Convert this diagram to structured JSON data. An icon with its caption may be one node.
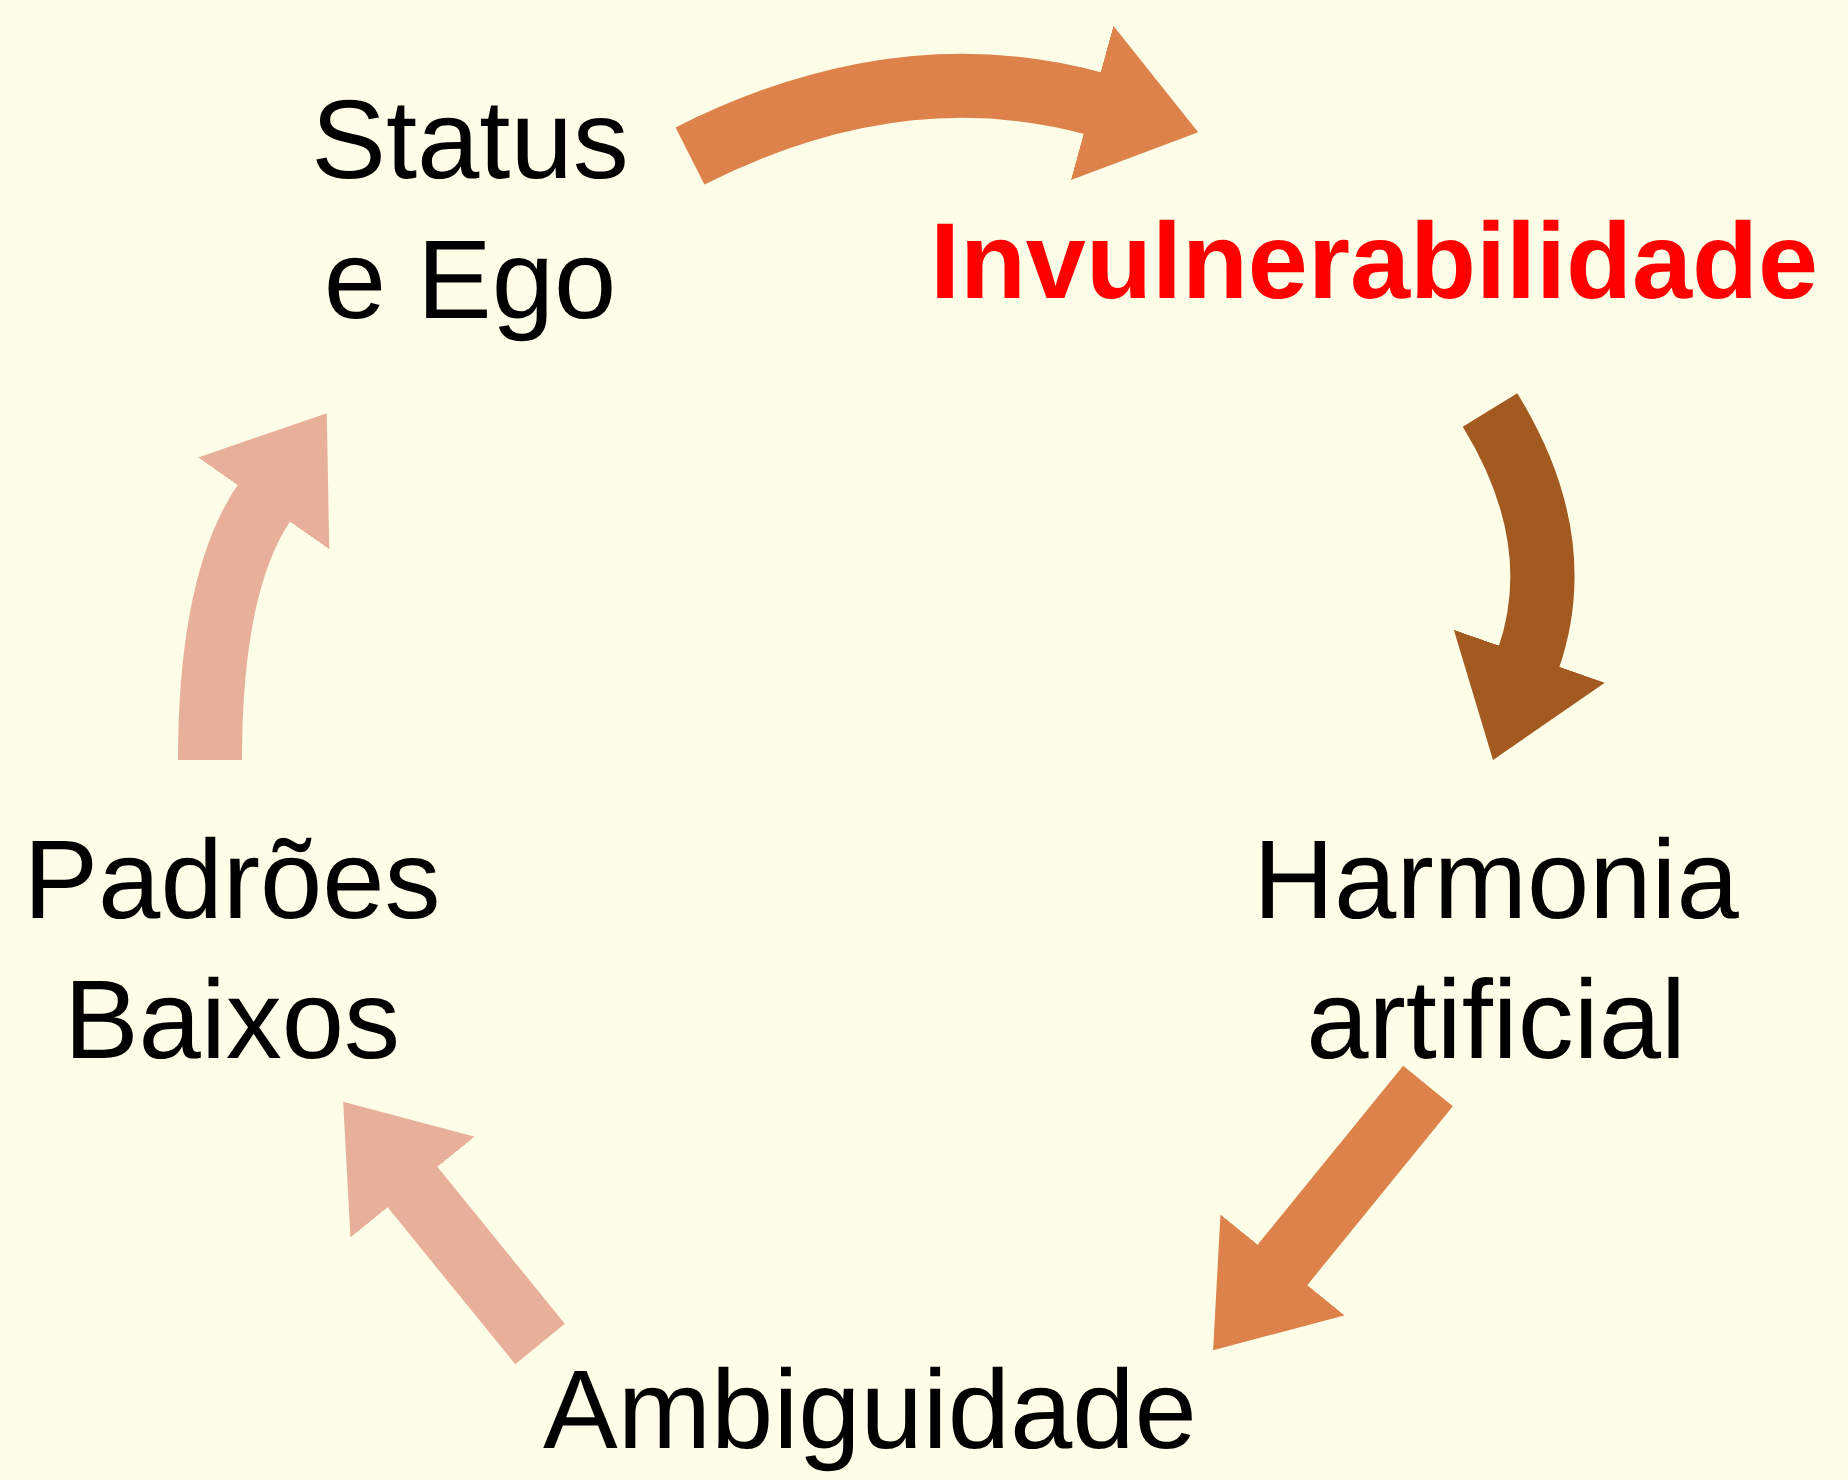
{
  "diagram": {
    "nodes": [
      {
        "text": [
          "Status e Ego"
        ]
      },
      {
        "text": [
          "Invulnerabilidade"
        ]
      },
      {
        "text": [
          "Harmonia artificial"
        ]
      },
      {
        "text": [
          "Ambiguidade"
        ]
      },
      {
        "text": [
          "Padrões Baixos"
        ]
      }
    ],
    "edges": [
      {
        "from": 0,
        "to": 1,
        "arrow": "to",
        "color": "#dc824a"
      },
      {
        "from": 1,
        "to": 2,
        "arrow": "to",
        "color": "#a35a20"
      },
      {
        "from": 2,
        "to": 3,
        "arrow": "to",
        "color": "#dc824a"
      },
      {
        "from": 3,
        "to": 4,
        "arrow": "to",
        "color": "#e8b09a"
      },
      {
        "from": 4,
        "to": 0,
        "arrow": "to",
        "color": "#e8b09a"
      }
    ]
  }
}
